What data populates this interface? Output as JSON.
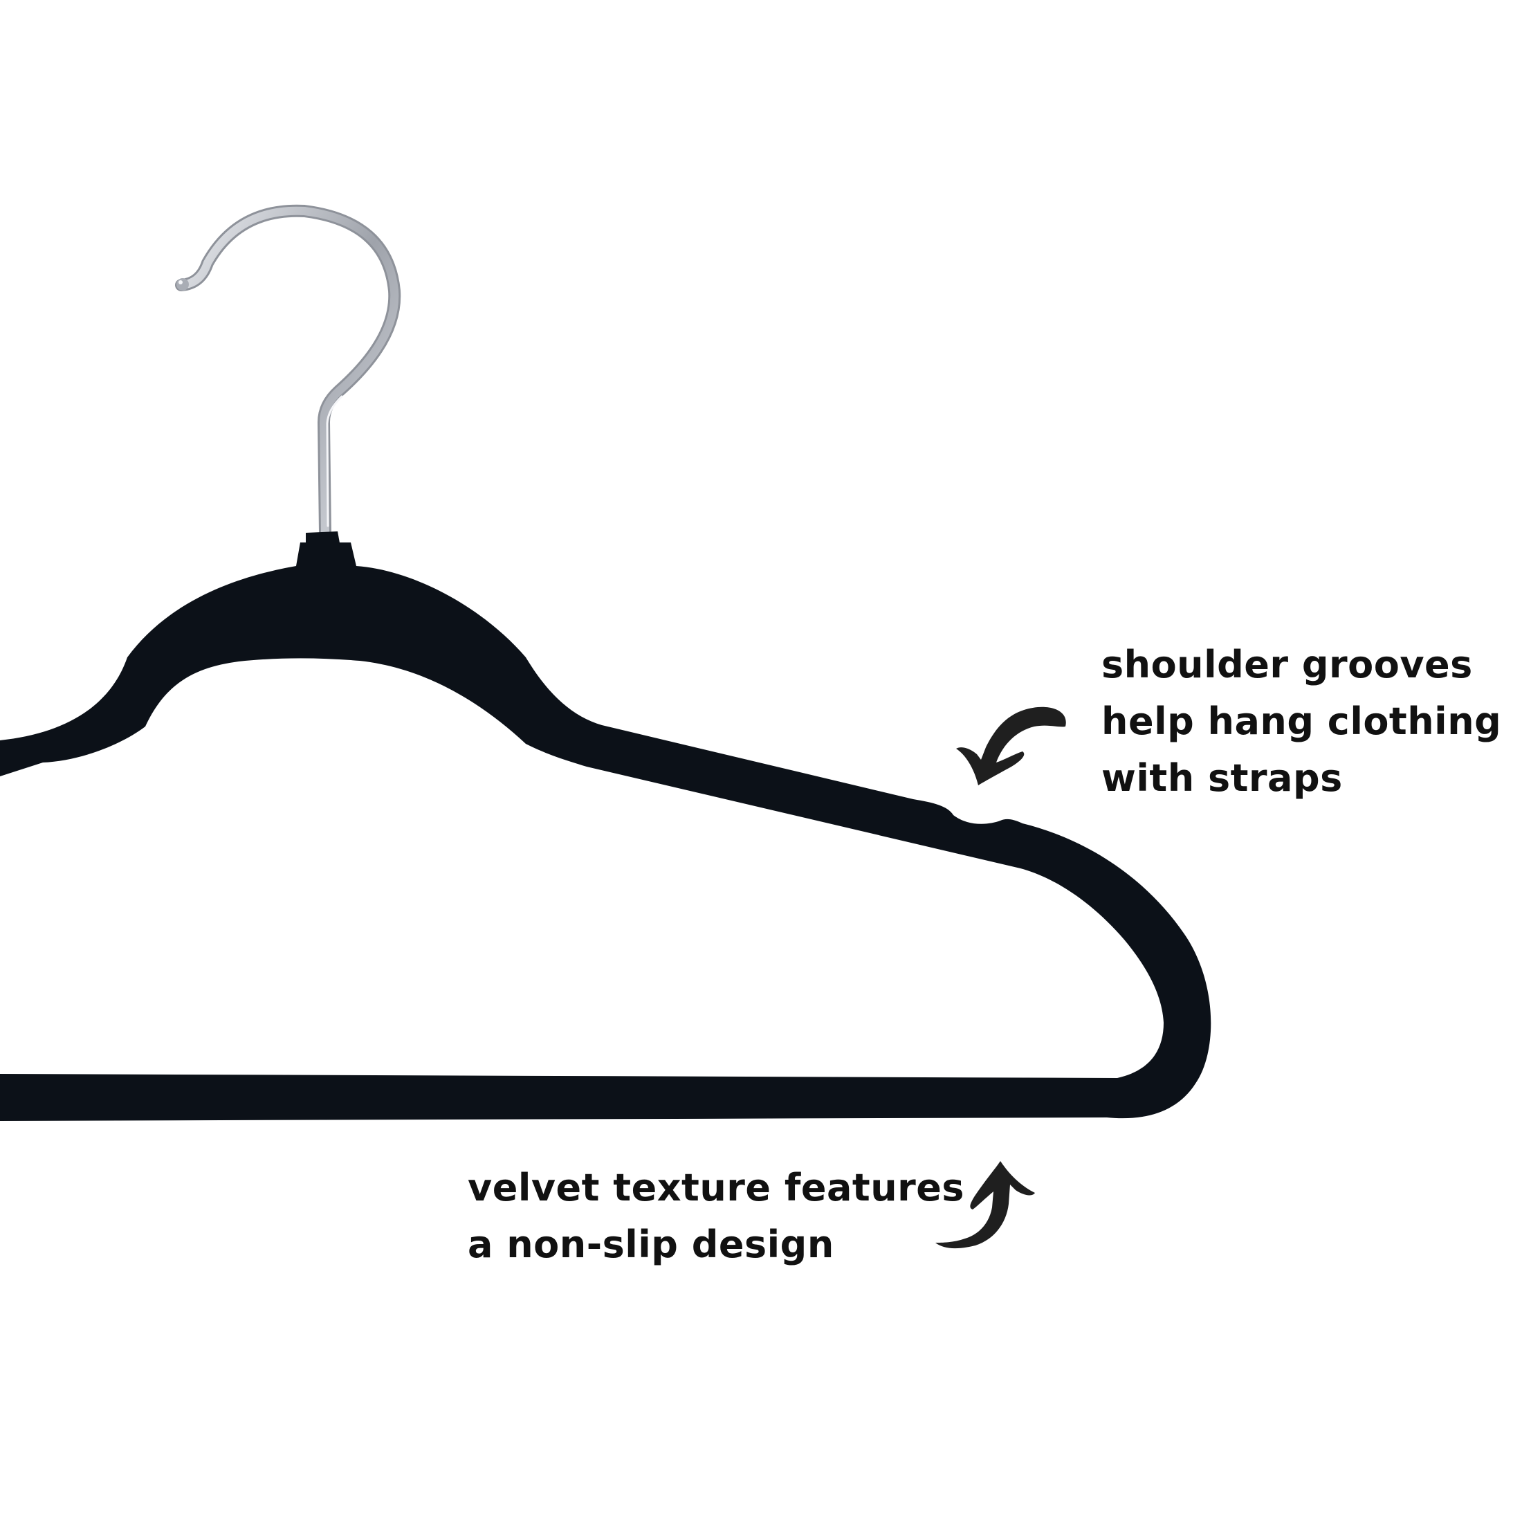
{
  "colors": {
    "background": "#ffffff",
    "hanger_body": "#0c1118",
    "hook_metal": "#b9bcc4",
    "hook_highlight": "#f4f5f8",
    "arrow": "#1f1f1f",
    "text": "#111111"
  },
  "captions": {
    "shoulder": {
      "lines": [
        "shoulder grooves",
        "help hang clothing",
        "with straps"
      ]
    },
    "velvet": {
      "lines": [
        "velvet texture features",
        "a non-slip design"
      ]
    }
  },
  "icons": {
    "shoulder_arrow": "curved-arrow-icon",
    "velvet_arrow": "curved-arrow-icon"
  }
}
